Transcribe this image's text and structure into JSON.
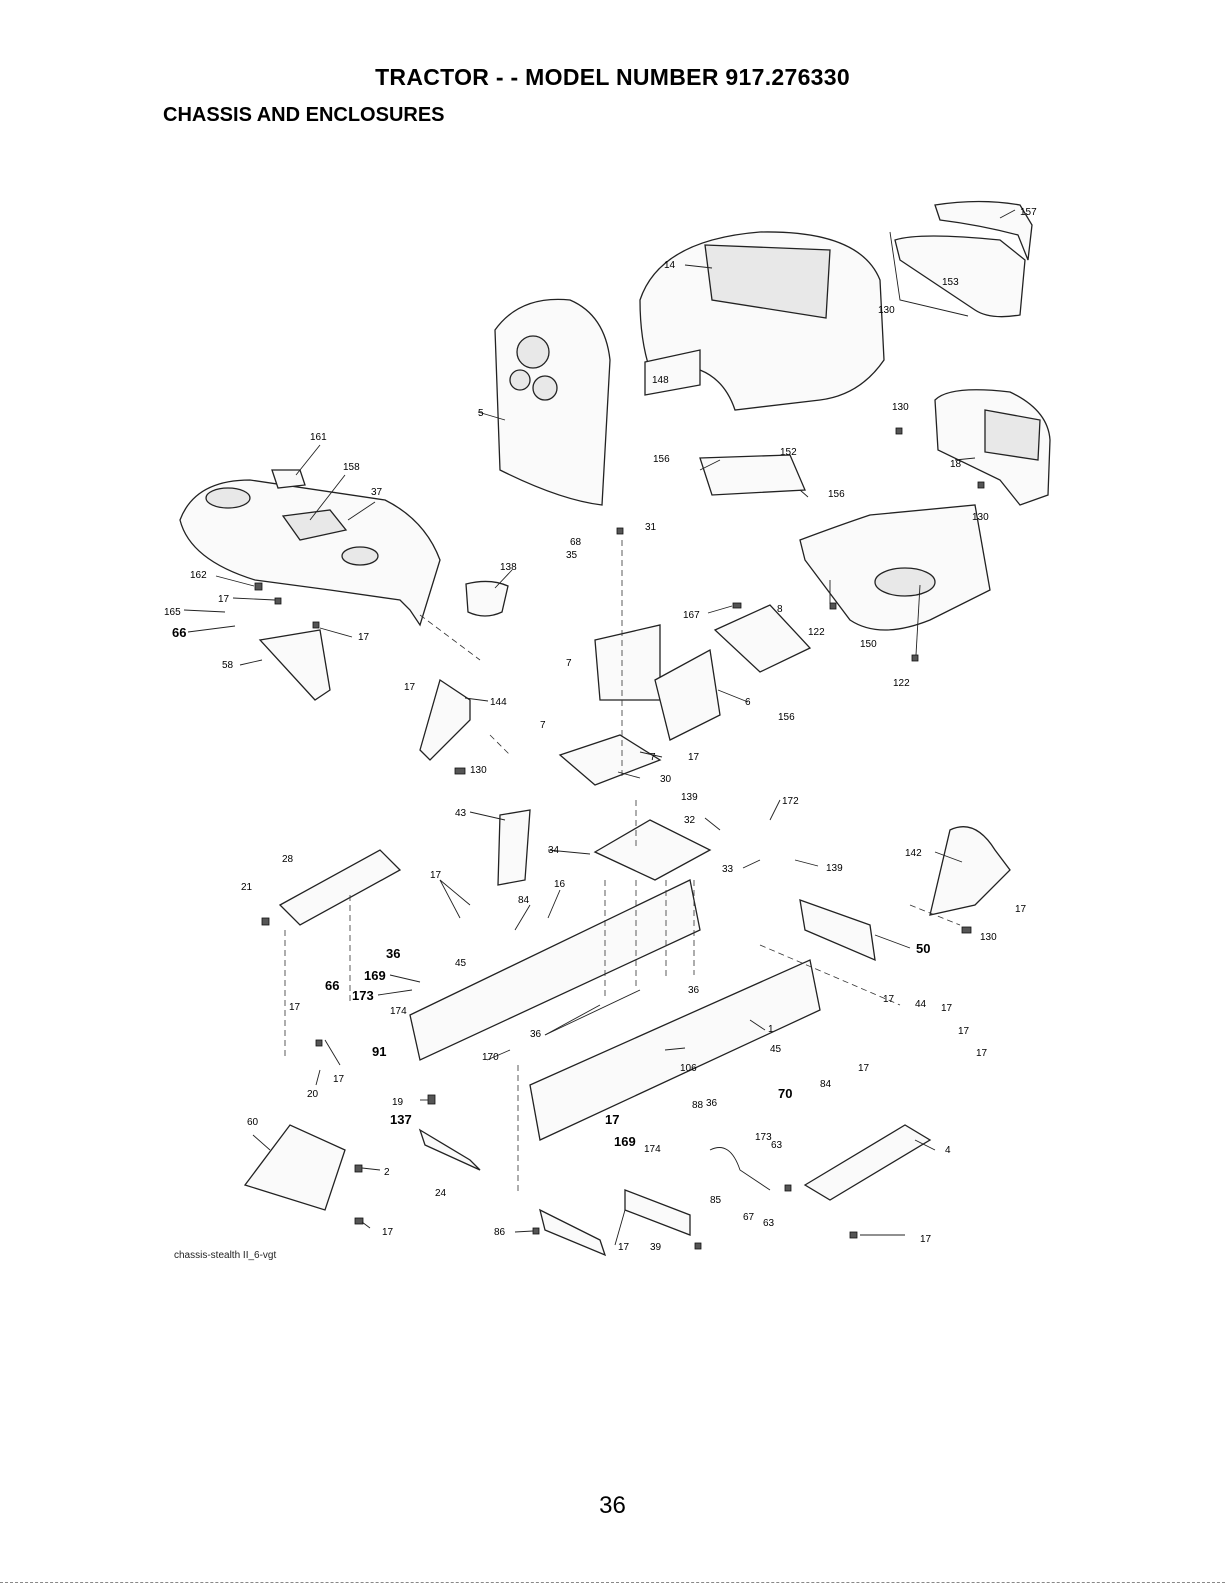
{
  "header": {
    "title": "TRACTOR - - MODEL NUMBER 917.276330",
    "subtitle": "CHASSIS AND ENCLOSURES"
  },
  "diagram": {
    "caption": "chassis-stealth II_6-vgt",
    "callouts": [
      "157",
      "14",
      "153",
      "130",
      "148",
      "130",
      "5",
      "18",
      "130",
      "161",
      "152",
      "156",
      "156",
      "158",
      "37",
      "31",
      "68",
      "35",
      "138",
      "162",
      "17",
      "165",
      "66",
      "17",
      "167",
      "8",
      "122",
      "150",
      "122",
      "58",
      "7",
      "17",
      "144",
      "6",
      "156",
      "7",
      "7",
      "17",
      "130",
      "30",
      "139",
      "172",
      "32",
      "43",
      "142",
      "28",
      "34",
      "33",
      "139",
      "21",
      "17",
      "16",
      "84",
      "17",
      "130",
      "45",
      "50",
      "36",
      "169",
      "66",
      "173",
      "174",
      "36",
      "17",
      "44",
      "17",
      "17",
      "17",
      "1",
      "17",
      "36",
      "91",
      "45",
      "170",
      "106",
      "17",
      "84",
      "17",
      "20",
      "19",
      "137",
      "88",
      "36",
      "70",
      "17",
      "169",
      "174",
      "173",
      "63",
      "60",
      "2",
      "4",
      "24",
      "85",
      "67",
      "63",
      "17",
      "86",
      "17",
      "39",
      "17",
      "66"
    ]
  },
  "footer": {
    "page_number": "36"
  }
}
